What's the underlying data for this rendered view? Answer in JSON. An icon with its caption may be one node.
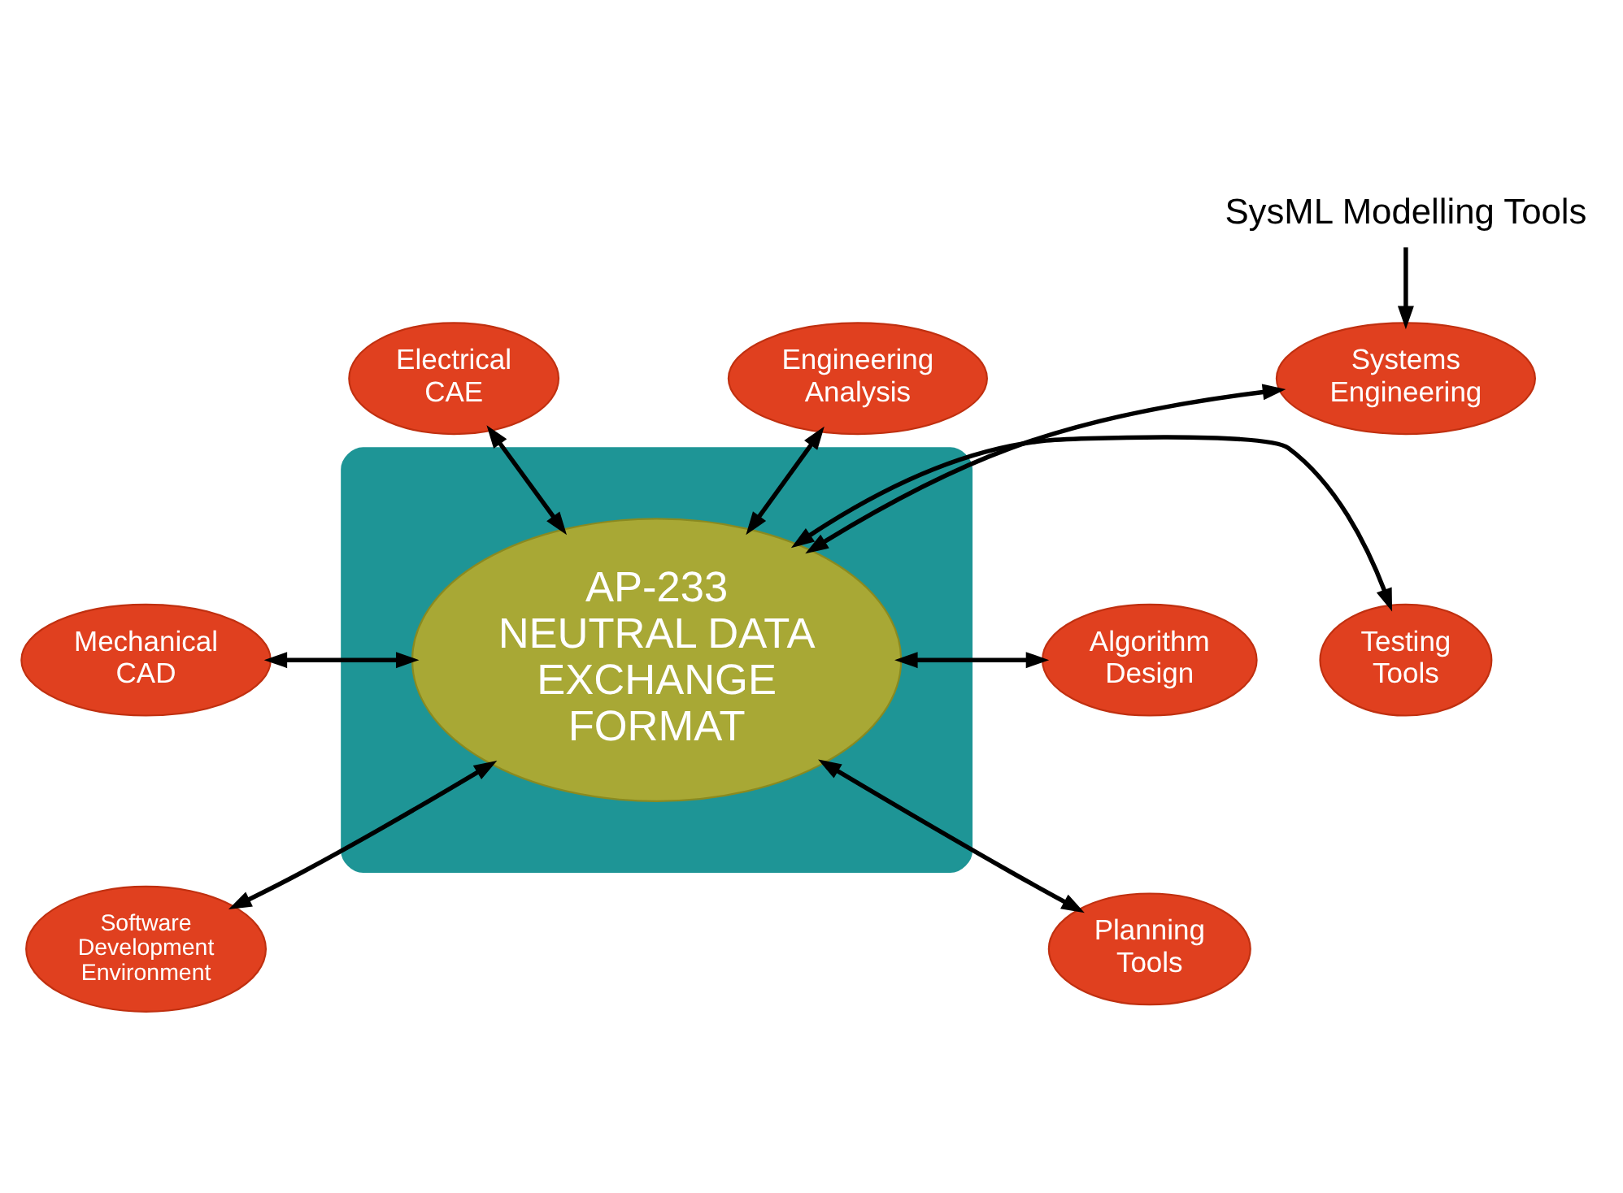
{
  "diagram": {
    "nodes": [
      {
        "text": [
          "SysML Modelling Tools"
        ]
      },
      {
        "text": [],
        "shape": "ellipse"
      },
      {
        "text": [
          "Systems Engineering"
        ]
      },
      {
        "text": [
          "Electrical CAE"
        ]
      },
      {
        "text": [
          "Engineering Analysis"
        ]
      },
      {
        "text": [
          "AP-233 NEUTRAL DATA EXCHANGE FORMAT"
        ],
        "in": 1
      },
      {
        "text": [
          "Mechanical CAD"
        ]
      },
      {
        "text": [
          "Algorithm Design"
        ]
      },
      {
        "text": [
          "Software Development Environment"
        ]
      },
      {
        "text": [
          "Planning Tools"
        ]
      },
      {
        "text": [
          "Testing Tools"
        ]
      }
    ],
    "edges": [
      {
        "from": 0,
        "to": 2,
        "arrow": "to"
      },
      {
        "from": 2,
        "to": 5,
        "arrow": "both"
      },
      {
        "from": 3,
        "to": 5,
        "arrow": "both"
      },
      {
        "from": 4,
        "to": 5,
        "arrow": "both"
      },
      {
        "from": 6,
        "to": 5,
        "arrow": "both"
      },
      {
        "from": 7,
        "to": 5,
        "arrow": "both"
      },
      {
        "from": 8,
        "to": 5,
        "arrow": "both"
      },
      {
        "from": 9,
        "to": 5,
        "arrow": "both"
      },
      {
        "from": 10,
        "to": 5,
        "arrow": "both"
      }
    ]
  }
}
